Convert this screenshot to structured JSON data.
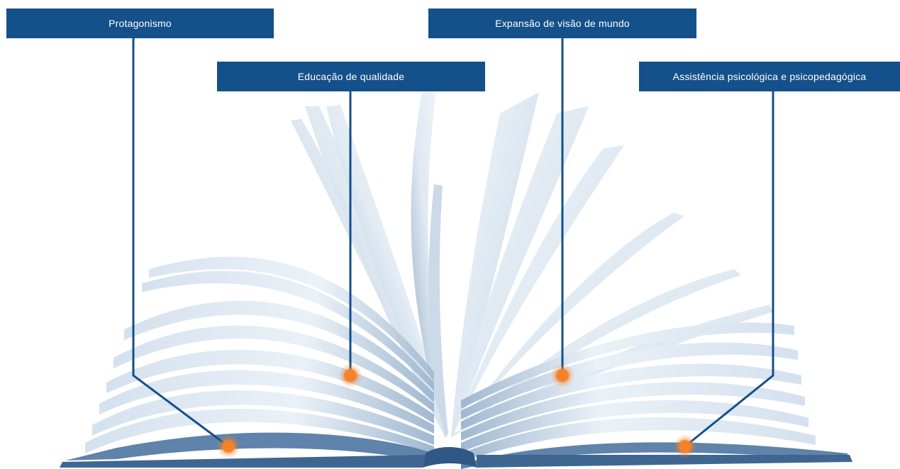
{
  "diagram": {
    "labels": [
      {
        "id": "protagonismo",
        "text": "Protagonismo"
      },
      {
        "id": "educacao",
        "text": "Educação de qualidade"
      },
      {
        "id": "expansao",
        "text": "Expansão de visão de mundo"
      },
      {
        "id": "assistencia",
        "text": "Assistência psicológica e psicopedagógica"
      }
    ]
  },
  "colors": {
    "box": "#14508a",
    "line": "#14508a",
    "dot": "#f5822a",
    "page_light": "#e9f0f7",
    "page_mid": "#b9cde0",
    "page_dark": "#6f8fb0",
    "cover": "#3f6690"
  },
  "book": {
    "icon": "open-book-illustration"
  }
}
